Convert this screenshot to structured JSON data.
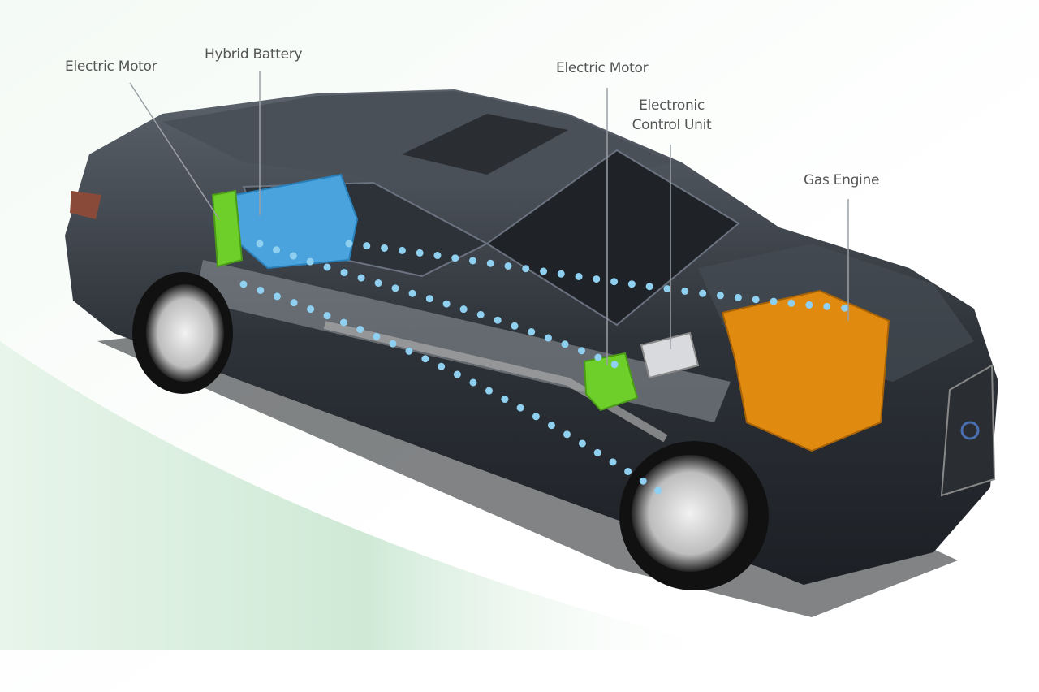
{
  "labels": {
    "rear_motor": "Electric Motor",
    "hybrid_battery": "Hybrid Battery",
    "front_motor": "Electric Motor",
    "ecu_line1": "Electronic",
    "ecu_line2": "Control Unit",
    "gas_engine": "Gas Engine"
  },
  "colors": {
    "battery": "#4aa3dc",
    "motor": "#6fcf2a",
    "engine": "#e08a10",
    "body": "#3a3f46",
    "energy_flow_dots": "#8fd0f0",
    "background_swoosh": "#d6eedc"
  }
}
